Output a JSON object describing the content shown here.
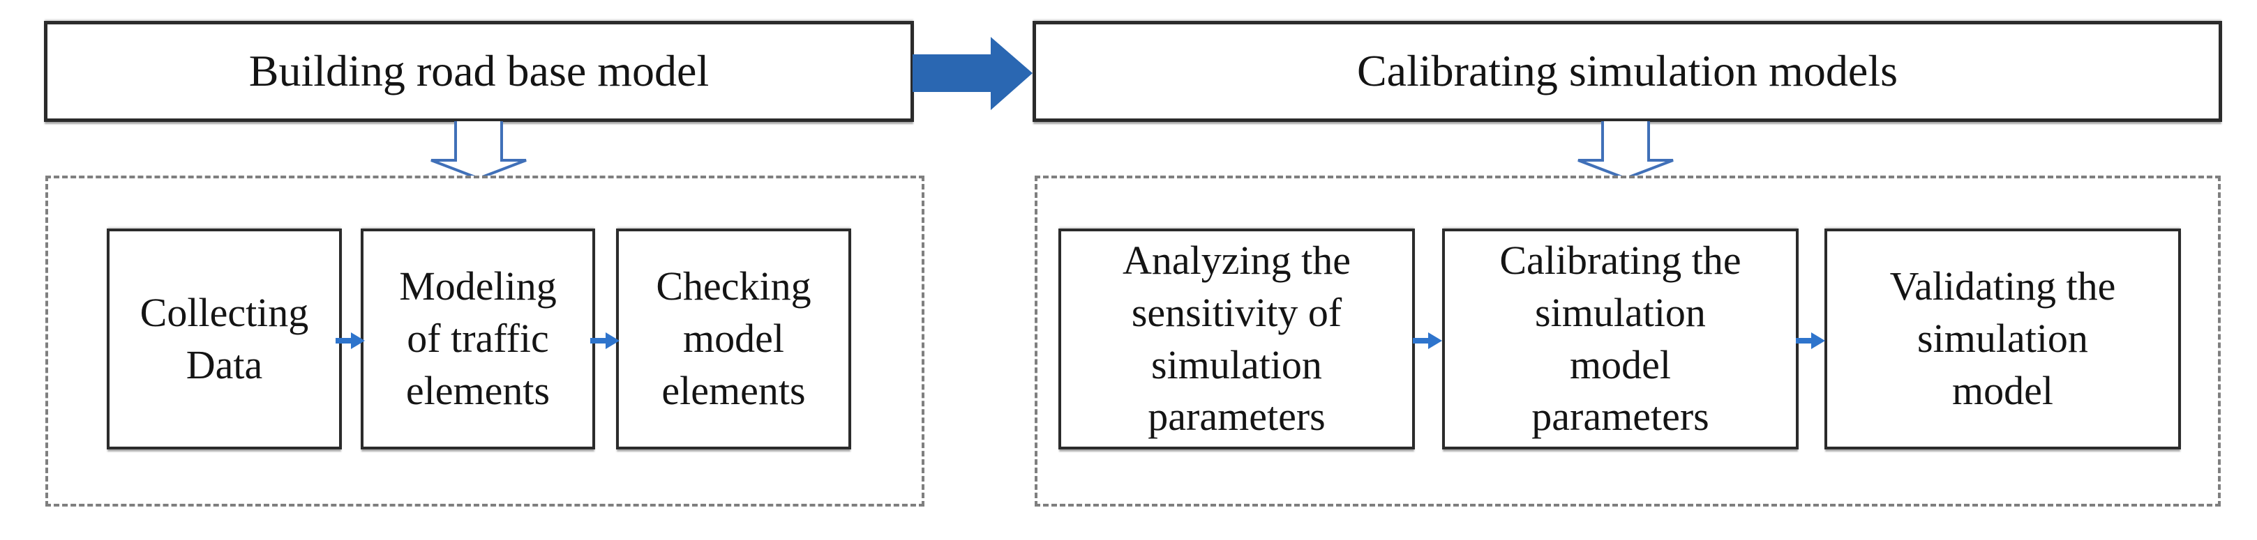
{
  "colors": {
    "background": "#ffffff",
    "text": "#141414",
    "box-border": "#2b2b2b",
    "dashed-border": "#7f7f7f",
    "arrow-blue": "#2a67b2",
    "step-arrow-blue": "#2e74cc",
    "hollow-arrow-stroke": "#4070b8"
  },
  "stage1": {
    "title": "Building road base model",
    "steps": [
      {
        "label": "Collecting\nData"
      },
      {
        "label": "Modeling\nof traffic\nelements"
      },
      {
        "label": "Checking\nmodel\nelements"
      }
    ]
  },
  "stage2": {
    "title": "Calibrating simulation models",
    "steps": [
      {
        "label": "Analyzing the\nsensitivity of\nsimulation\nparameters"
      },
      {
        "label": "Calibrating the\nsimulation\nmodel\nparameters"
      },
      {
        "label": "Validating the\nsimulation\nmodel"
      }
    ]
  }
}
